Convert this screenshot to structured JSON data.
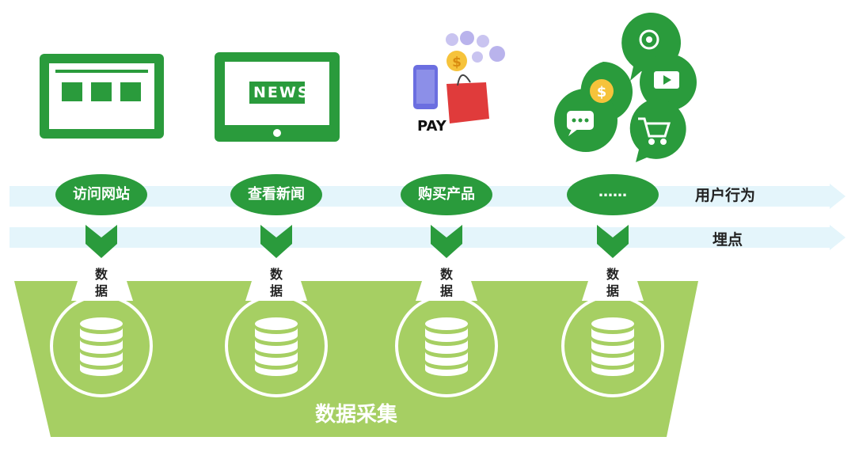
{
  "colors": {
    "green_dark": "#2a9b3c",
    "green_light": "#a6cf63",
    "band": "#e4f5fb",
    "white": "#ffffff",
    "text": "#222222"
  },
  "devices": {
    "news_label": "NEWS",
    "pay_label": "PAY"
  },
  "social_icons": [
    "at-icon",
    "dollar-icon",
    "play-icon",
    "chat-icon",
    "cart-icon"
  ],
  "behaviors": [
    {
      "label": "访问网站"
    },
    {
      "label": "查看新闻"
    },
    {
      "label": "购买产品"
    },
    {
      "label": "……"
    }
  ],
  "row_labels": {
    "behavior": "用户行为",
    "tracking": "埋点"
  },
  "data_label": "数据",
  "collection_title": "数据采集"
}
